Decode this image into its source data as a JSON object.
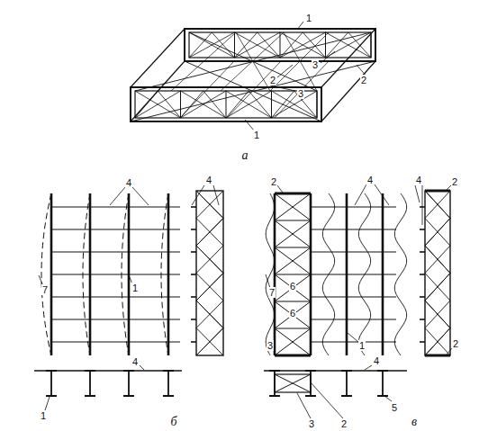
{
  "diagram": {
    "labels": [
      "1",
      "2",
      "3",
      "3",
      "2",
      "1",
      "а",
      "4",
      "4",
      "7",
      "1",
      "4",
      "1",
      "б",
      "2",
      "4",
      "4",
      "2",
      "7",
      "6",
      "6",
      "3",
      "1",
      "2",
      "4",
      "3",
      "2",
      "5",
      "в"
    ]
  }
}
